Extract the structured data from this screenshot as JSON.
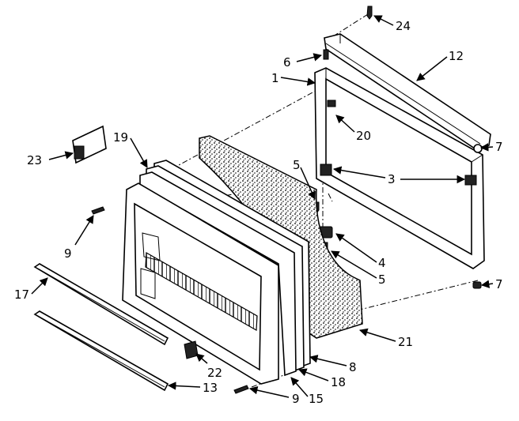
{
  "callouts": [
    {
      "id": "c24",
      "text": "24"
    },
    {
      "id": "c12",
      "text": "12"
    },
    {
      "id": "c6",
      "text": "6"
    },
    {
      "id": "c1",
      "text": "1"
    },
    {
      "id": "c20",
      "text": "20"
    },
    {
      "id": "c7a",
      "text": "7"
    },
    {
      "id": "c19",
      "text": "19"
    },
    {
      "id": "c23",
      "text": "23"
    },
    {
      "id": "c5a",
      "text": "5"
    },
    {
      "id": "c3",
      "text": "3"
    },
    {
      "id": "c9a",
      "text": "9"
    },
    {
      "id": "c4",
      "text": "4"
    },
    {
      "id": "c5b",
      "text": "5"
    },
    {
      "id": "c17",
      "text": "17"
    },
    {
      "id": "c7b",
      "text": "7"
    },
    {
      "id": "c21",
      "text": "21"
    },
    {
      "id": "c22",
      "text": "22"
    },
    {
      "id": "c8",
      "text": "8"
    },
    {
      "id": "c13",
      "text": "13"
    },
    {
      "id": "c18",
      "text": "18"
    },
    {
      "id": "c9b",
      "text": "9"
    },
    {
      "id": "c15",
      "text": "15"
    }
  ]
}
